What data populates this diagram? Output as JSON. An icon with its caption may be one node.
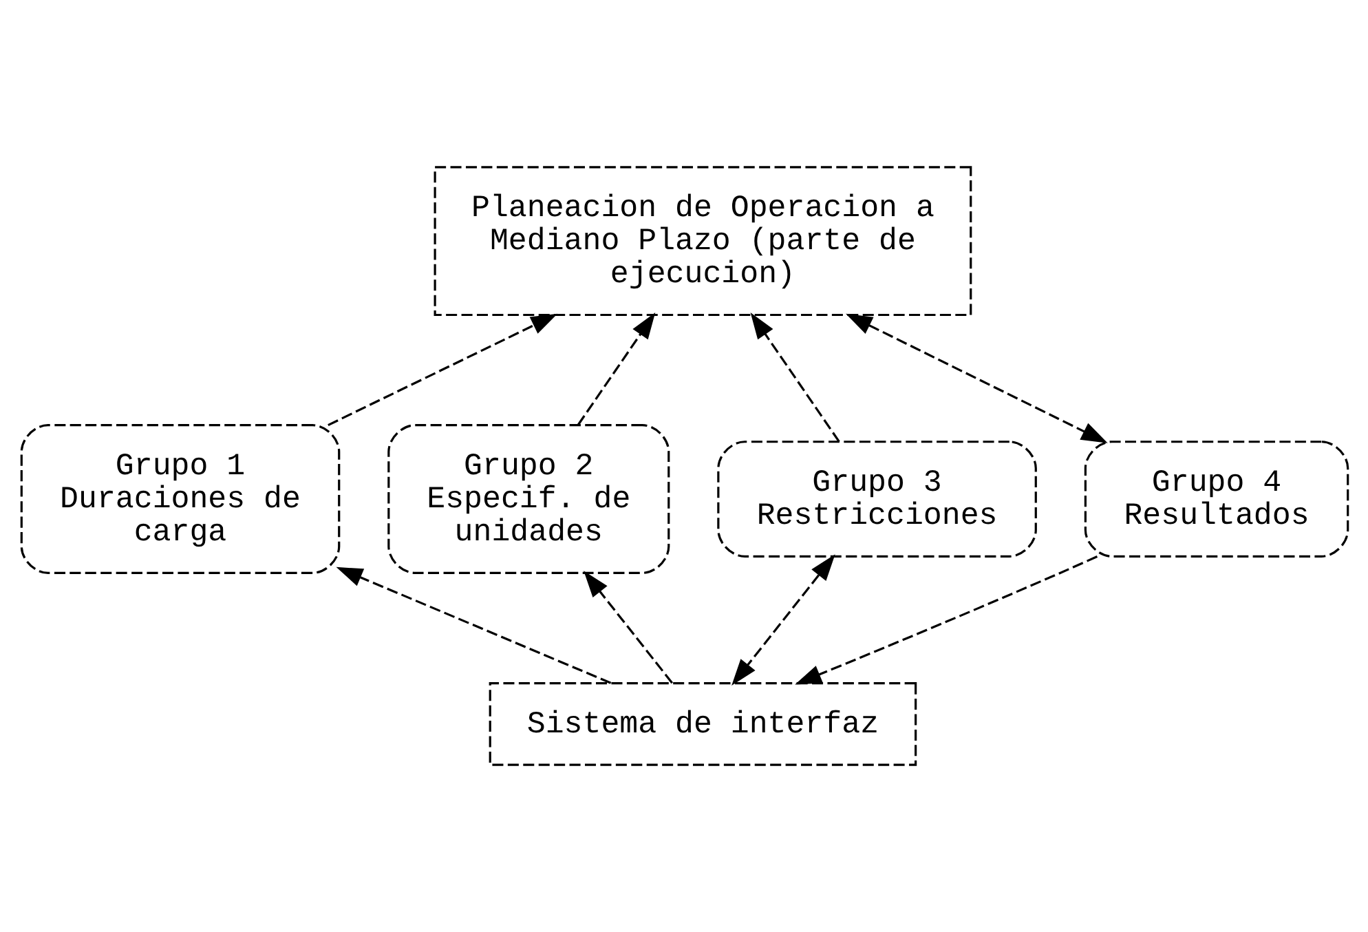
{
  "diagram": {
    "nodes": [
      {
        "text": [
          "Planeacion de Operacion a Mediano Plazo (parte de ejecucion)"
        ]
      },
      {
        "text": [
          "Grupo 1",
          "Duraciones de carga"
        ]
      },
      {
        "text": [
          "Grupo 2",
          "Especif. de unidades"
        ]
      },
      {
        "text": [
          "Grupo 3",
          "Restricciones"
        ]
      },
      {
        "text": [
          "Grupo 4",
          "Resultados"
        ]
      },
      {
        "text": [
          "Sistema de interfaz"
        ]
      }
    ],
    "edges": [
      {
        "from": 1,
        "to": 0,
        "arrow": "to",
        "style": "dashed"
      },
      {
        "from": 2,
        "to": 0,
        "arrow": "to",
        "style": "dashed"
      },
      {
        "from": 3,
        "to": 0,
        "arrow": "to",
        "style": "dashed"
      },
      {
        "from": 0,
        "to": 4,
        "arrow": "both",
        "style": "dashed"
      },
      {
        "from": 5,
        "to": 1,
        "arrow": "to",
        "style": "dashed"
      },
      {
        "from": 5,
        "to": 2,
        "arrow": "to",
        "style": "dashed"
      },
      {
        "from": 3,
        "to": 5,
        "arrow": "both",
        "style": "dashed"
      },
      {
        "from": 4,
        "to": 5,
        "arrow": "to",
        "style": "dashed"
      }
    ]
  }
}
